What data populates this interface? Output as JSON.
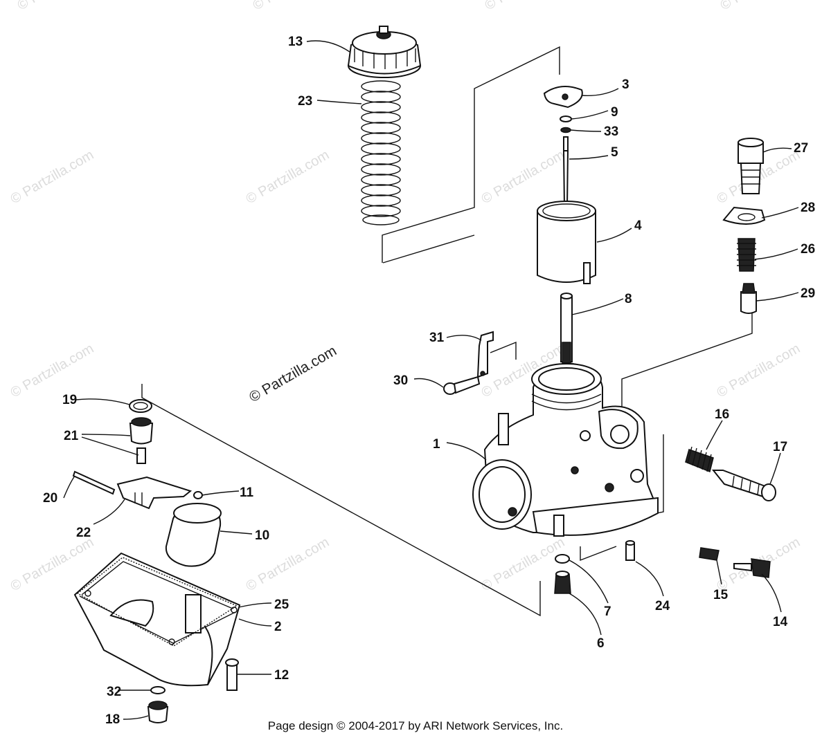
{
  "watermarks": [
    "© Partzilla.com"
  ],
  "featured_watermark": "© Partzilla.com",
  "callouts": [
    {
      "id": "1",
      "text": "1"
    },
    {
      "id": "2",
      "text": "2"
    },
    {
      "id": "3",
      "text": "3"
    },
    {
      "id": "4",
      "text": "4"
    },
    {
      "id": "5",
      "text": "5"
    },
    {
      "id": "6",
      "text": "6"
    },
    {
      "id": "7",
      "text": "7"
    },
    {
      "id": "8",
      "text": "8"
    },
    {
      "id": "9",
      "text": "9"
    },
    {
      "id": "10",
      "text": "10"
    },
    {
      "id": "11",
      "text": "11"
    },
    {
      "id": "12",
      "text": "12"
    },
    {
      "id": "13",
      "text": "13"
    },
    {
      "id": "14",
      "text": "14"
    },
    {
      "id": "15",
      "text": "15"
    },
    {
      "id": "16",
      "text": "16"
    },
    {
      "id": "17",
      "text": "17"
    },
    {
      "id": "18",
      "text": "18"
    },
    {
      "id": "19",
      "text": "19"
    },
    {
      "id": "20",
      "text": "20"
    },
    {
      "id": "21",
      "text": "21"
    },
    {
      "id": "22",
      "text": "22"
    },
    {
      "id": "23",
      "text": "23"
    },
    {
      "id": "24",
      "text": "24"
    },
    {
      "id": "25",
      "text": "25"
    },
    {
      "id": "26",
      "text": "26"
    },
    {
      "id": "27",
      "text": "27"
    },
    {
      "id": "28",
      "text": "28"
    },
    {
      "id": "29",
      "text": "29"
    },
    {
      "id": "30",
      "text": "30"
    },
    {
      "id": "31",
      "text": "31"
    },
    {
      "id": "32",
      "text": "32"
    },
    {
      "id": "33",
      "text": "33"
    }
  ],
  "footer": "Page design © 2004-2017 by ARI Network Services, Inc."
}
